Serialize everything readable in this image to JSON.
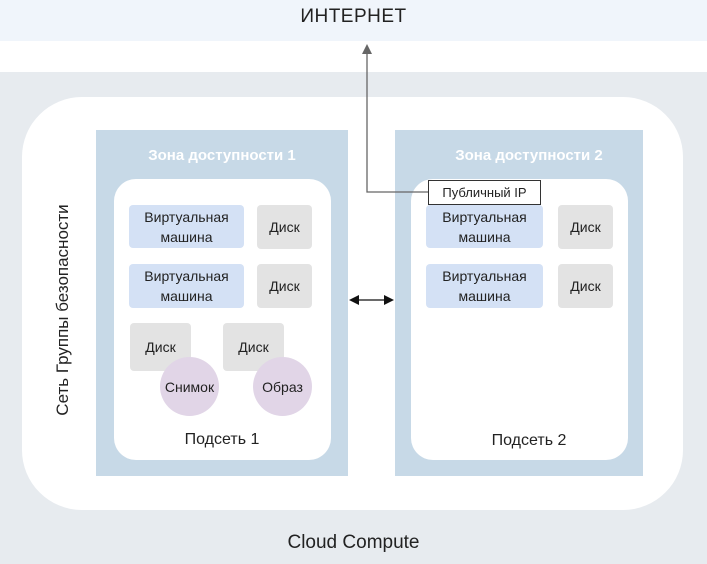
{
  "internet": {
    "label": "ИНТЕРНЕТ"
  },
  "cloud": {
    "label": "Cloud Compute"
  },
  "network": {
    "label": "Сеть Группы безопасности"
  },
  "zone1": {
    "title": "Зона доступности 1",
    "subnet_label": "Подсеть 1",
    "vm1": "Виртуальная машина",
    "vm2": "Виртуальная машина",
    "disk1": "Диск",
    "disk2": "Диск",
    "disk3": "Диск",
    "disk4": "Диск",
    "snapshot": "Снимок",
    "image": "Образ"
  },
  "zone2": {
    "title": "Зона доступности 2",
    "subnet_label": "Подсеть 2",
    "vm1": "Виртуальная машина",
    "vm2": "Виртуальная машина",
    "disk1": "Диск",
    "disk2": "Диск"
  },
  "public_ip": {
    "label": "Публичный IP"
  },
  "colors": {
    "zone": "#c7d9e7",
    "vm": "#d4e1f5",
    "disk": "#e3e3e3",
    "snapshot_image": "#e1d5e7",
    "cloud_bg": "#e7ebef",
    "internet_bg": "#f0f5fb"
  }
}
